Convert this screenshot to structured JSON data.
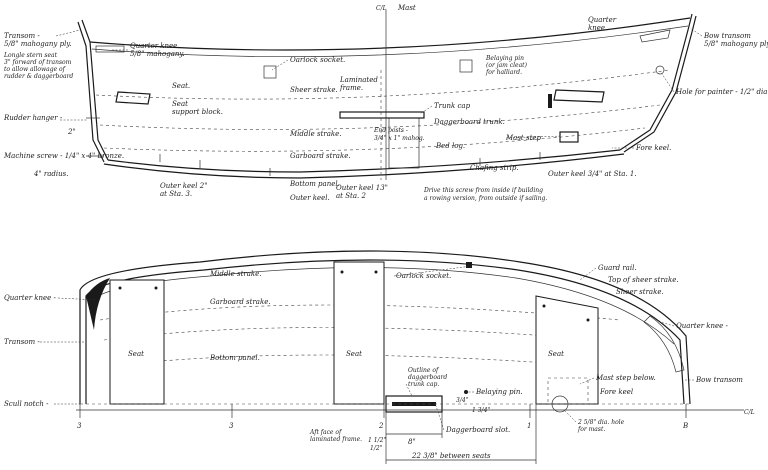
{
  "side": {
    "transom": "Transom -",
    "transom_ply": "5/8\" mahogany ply.",
    "seat_note_1": "Longle stern seat",
    "seat_note_2": "3\" forward of transom",
    "seat_note_3": "to allow allowage of",
    "seat_note_4": "rudder & daggerboard",
    "rudder_hanger": "Rudder hanger -",
    "two_inch": "2\"",
    "machine_screw": "Machine screw - 1/4\" x 4\" bronze.",
    "radius": "4\" radius.",
    "quarter_knee": "Quarter knee",
    "quarter_knee_2": "5/8\" mahogany.",
    "oarlock_socket": "Oarlock socket.",
    "seat": "Seat.",
    "seat_support": "Seat",
    "seat_support_2": "support block.",
    "sheer_strake": "Sheer strake.",
    "middle_strake": "Middle strake.",
    "garboard_strake": "Garboard strake.",
    "bottom_panel": "Bottom panel.",
    "outer_keel": "Outer keel.",
    "outer_keel_2": "Outer keel 2\"",
    "of_sta_3": "at Sta. 3.",
    "outer_keel_3": "Outer keel 13\"",
    "of_sta_2": "at Sta. 2",
    "laminated_frame": "Laminated",
    "laminated_frame_2": "frame.",
    "trunk_cap": "Trunk cap",
    "daggerboard_trunk": "Daggerboard trunk.",
    "end_posts": "End posts -",
    "end_posts_2": "3/4\" x 1\" mahog.",
    "bed_log": "Bed log.",
    "drive_1": "Drive this screw from inside if building",
    "drive_2": "a rowing version, from outside if sailing.",
    "chafing_strip": "Chafing strip.",
    "mast_step": "Mast step",
    "outer_keel_4": "Outer keel 3/4\" at Sta. 1.",
    "fore_keel": "Fore keel.",
    "belaying_1": "Belaying pin",
    "belaying_2": "(or jam cleat)",
    "belaying_3": "for halliard.",
    "mast": "Mast",
    "cl": "C/L",
    "quarter_knee_bow": "Quarter",
    "quarter_knee_bow_2": "knee",
    "bow_transom": "Bow transom",
    "bow_transom_2": "5/8\" mahogany ply.",
    "painter_hole": "Hole for painter - 1/2\" dia."
  },
  "plan": {
    "quarter_knee": "Quarter knee -",
    "transom": "Transom -",
    "sculling_notch": "Scull notch -",
    "seat_1": "Seat",
    "seat_2": "Seat",
    "seat_3": "Seat",
    "bottom_panel": "Bottom panel.",
    "middle_strake": "Middle strake.",
    "garboard_strake": "Garboard strake.",
    "oarlock_socket": "Oarlock socket.",
    "guard_rail": "Guard rail.",
    "top_sheer": "Top of sheer strake.",
    "sheer_strake": "Sheer strake.",
    "quarter_knee_2": "Quarter knee -",
    "outline_1": "Outline of",
    "outline_2": "daggerboard",
    "outline_3": "trunk cap.",
    "belaying_pin": "Belaying pin.",
    "mast_step_below": "Mast step below.",
    "fore_keel": "Fore keel",
    "bow_transom": "Bow transom",
    "mast_hole_1": "2 5/8\" dia. hole",
    "mast_hole_2": "for mast.",
    "aft_face_1": "Aft face of",
    "aft_face_2": "laminated frame.",
    "daggerboard_slot": "Daggerboard slot.",
    "eight_inch": "8\"",
    "between_seats": "22 3/8\" between seats",
    "dim_1": "3/4\"",
    "dim_2": "1 3/4\"",
    "dim_3": "1 1/2\"",
    "dim_4": "1/2\"",
    "sta_3a": "3",
    "sta_3b": "3",
    "sta_2": "2",
    "sta_1": "1",
    "sta_b": "B",
    "cl": "C/L"
  }
}
